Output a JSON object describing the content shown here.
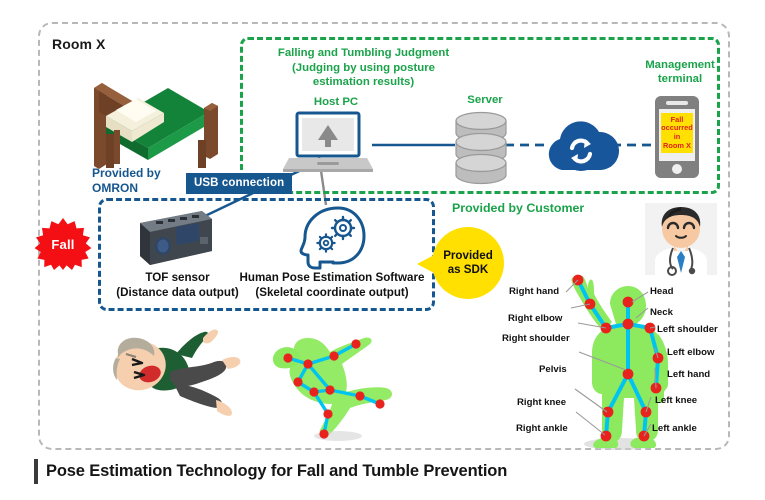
{
  "caption": {
    "title": "Pose Estimation Technology for Fall and Tumble Prevention"
  },
  "room": {
    "label": "Room X"
  },
  "green_zone": {
    "title": "Falling and Tumbling Judgment\n(Judging by using posture\nestimation results)",
    "title_line1": "Falling and Tumbling Judgment",
    "title_line2": "(Judging by using posture",
    "title_line3": "estimation results)",
    "host_pc_label": "Host PC",
    "server_label": "Server",
    "management_terminal_label": "Management\nterminal",
    "management_terminal_line1": "Management",
    "management_terminal_line2": "terminal",
    "color": "#1aa34a"
  },
  "blue_zone": {
    "tof_label_line1": "TOF sensor",
    "tof_label_line2": "(Distance data output)",
    "software_label_line1": "Human Pose Estimation Software",
    "software_label_line2": "(Skeletal coordinate output)",
    "color": "#17578f"
  },
  "providers": {
    "omron_line1": "Provided by",
    "omron_line2": "OMRON",
    "customer": "Provided by Customer"
  },
  "connection": {
    "usb_label": "USB connection"
  },
  "alerts": {
    "fall_burst": "Fall",
    "phone_line1": "Fall",
    "phone_line2": "occurred",
    "phone_line3": "in",
    "phone_line4": "Room X",
    "phone_bg": "#ffe000",
    "phone_text_color": "#e02020"
  },
  "sdk_callout": {
    "line1": "Provided",
    "line2": "as SDK",
    "color": "#ffe000"
  },
  "skeleton": {
    "joints_left_column": [
      {
        "label": "Right hand"
      },
      {
        "label": "Right elbow"
      },
      {
        "label": "Right shoulder"
      },
      {
        "label": "Pelvis"
      },
      {
        "label": "Right knee"
      },
      {
        "label": "Right ankle"
      }
    ],
    "joints_right_column": [
      {
        "label": "Head"
      },
      {
        "label": "Neck"
      },
      {
        "label": "Left shoulder"
      },
      {
        "label": "Left elbow"
      },
      {
        "label": "Left hand"
      },
      {
        "label": "Left knee"
      },
      {
        "label": "Left ankle"
      }
    ],
    "joint_color": "#e8221d",
    "bone_color": "#00c4f0",
    "body_color": "#8dea5e"
  },
  "icons": {
    "bed": "bed-icon",
    "laptop": "laptop-icon",
    "server": "database-server-icon",
    "cloud": "cloud-sync-icon",
    "phone": "smartphone-icon",
    "tof": "tof-sensor-icon",
    "ai_head": "head-gears-icon",
    "doctor": "doctor-avatar-icon",
    "fallen_person": "fallen-person-icon",
    "skeleton_fallen": "skeleton-fallen-icon",
    "skeleton_standing": "skeleton-standing-icon"
  }
}
